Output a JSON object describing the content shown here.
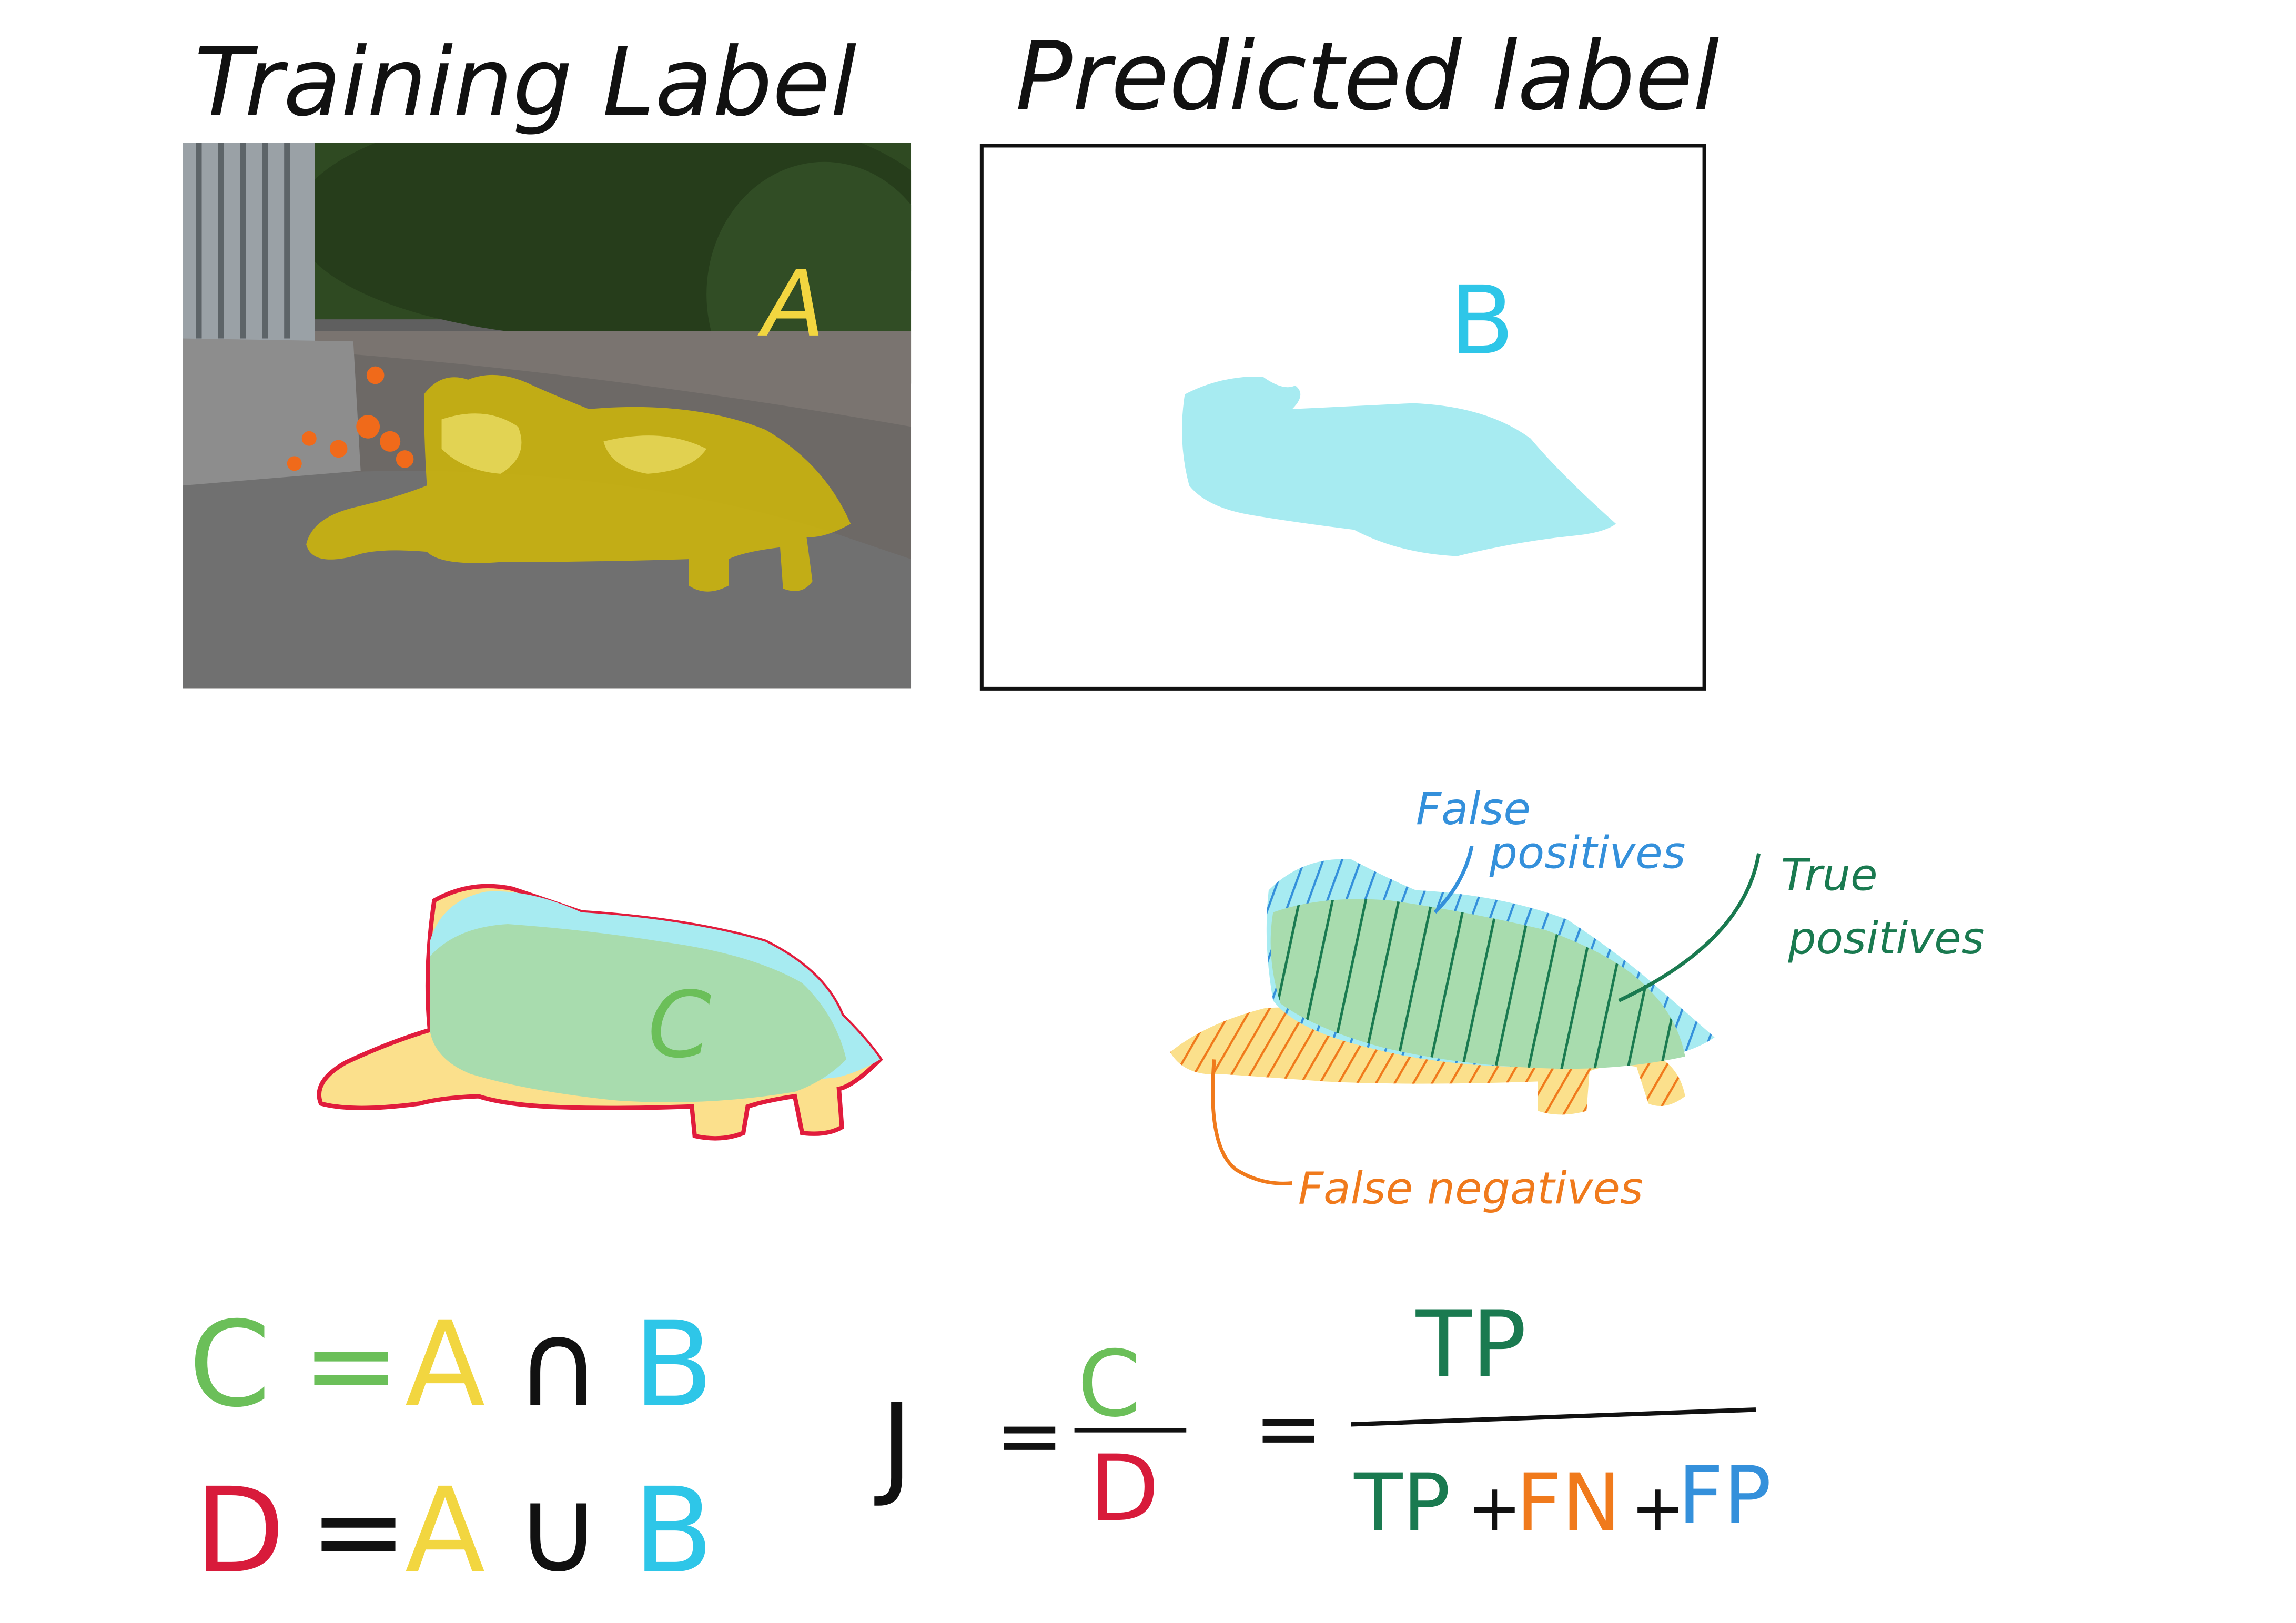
{
  "headings": {
    "training": "Training Label",
    "predicted": "Predicted label"
  },
  "region_labels": {
    "a": "A",
    "b": "B",
    "c": "C"
  },
  "annotations": {
    "false_positives": [
      "False",
      "positives"
    ],
    "true_positives": [
      "True",
      "positives"
    ],
    "false_negatives": "False negatives"
  },
  "equations": {
    "c_def": {
      "lhs": "C",
      "eq": "=",
      "a": "A",
      "op": "∩",
      "b": "B"
    },
    "d_def": {
      "lhs": "D",
      "eq": "=",
      "a": "A",
      "op": "∪",
      "b": "B"
    },
    "jaccard": {
      "j": "J",
      "eq1": "=",
      "num": "C",
      "den": "D",
      "eq2": "=",
      "tp_num": "TP",
      "tp": "TP",
      "plus1": "+",
      "fn": "FN",
      "plus2": "+",
      "fp": "FP"
    }
  },
  "colors": {
    "ink": "#111111",
    "label_a": "#f2d640",
    "label_b": "#2ec6e8",
    "region_b": "#a7ebf1",
    "overlap": "#a8dcae",
    "a_only": "#fbe08c",
    "union_outline": "#e11c3c",
    "c_text": "#6bbf59",
    "d_text": "#d81b3b",
    "fp_blue": "#3490db",
    "tp_green": "#1a7a50",
    "fn_orange": "#f07a1c",
    "cat_fill": "#c9b20e",
    "photo_bg": "#626262"
  }
}
